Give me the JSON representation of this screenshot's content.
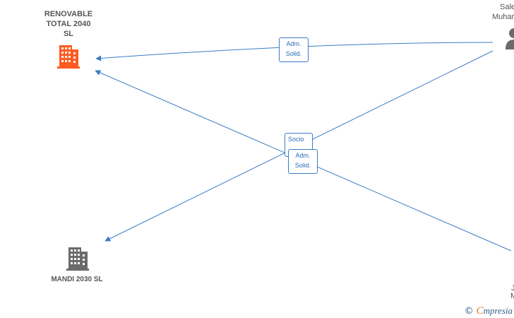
{
  "nodes": {
    "renovable": {
      "name_lines": [
        "RENOVABLE",
        "TOTAL 2040",
        "SL"
      ],
      "icon": "building-icon",
      "color": "#ff5a1f"
    },
    "mandi": {
      "name": "MANDI 2030  SL",
      "icon": "building-icon",
      "color": "#666666"
    },
    "person_top": {
      "name_lines": [
        "Sale",
        "Muhar"
      ],
      "icon": "person-icon",
      "color": "#666666"
    },
    "person_bottom": {
      "name_lines": [
        "J",
        "M"
      ]
    }
  },
  "edges": {
    "adm_top": {
      "lines": [
        "Adm.",
        "Solid."
      ]
    },
    "socio": {
      "lines": [
        "Socio",
        ""
      ]
    },
    "adm_mid": {
      "lines": [
        "Adm.",
        "Solid."
      ]
    }
  },
  "colors": {
    "edge": "#3a7cc8",
    "edge_label_border": "#3a7cc8",
    "edge_label_text": "#2a6ab8"
  },
  "watermark": {
    "copyright": "©",
    "brand_first": "C",
    "brand_rest": "mpresia"
  }
}
